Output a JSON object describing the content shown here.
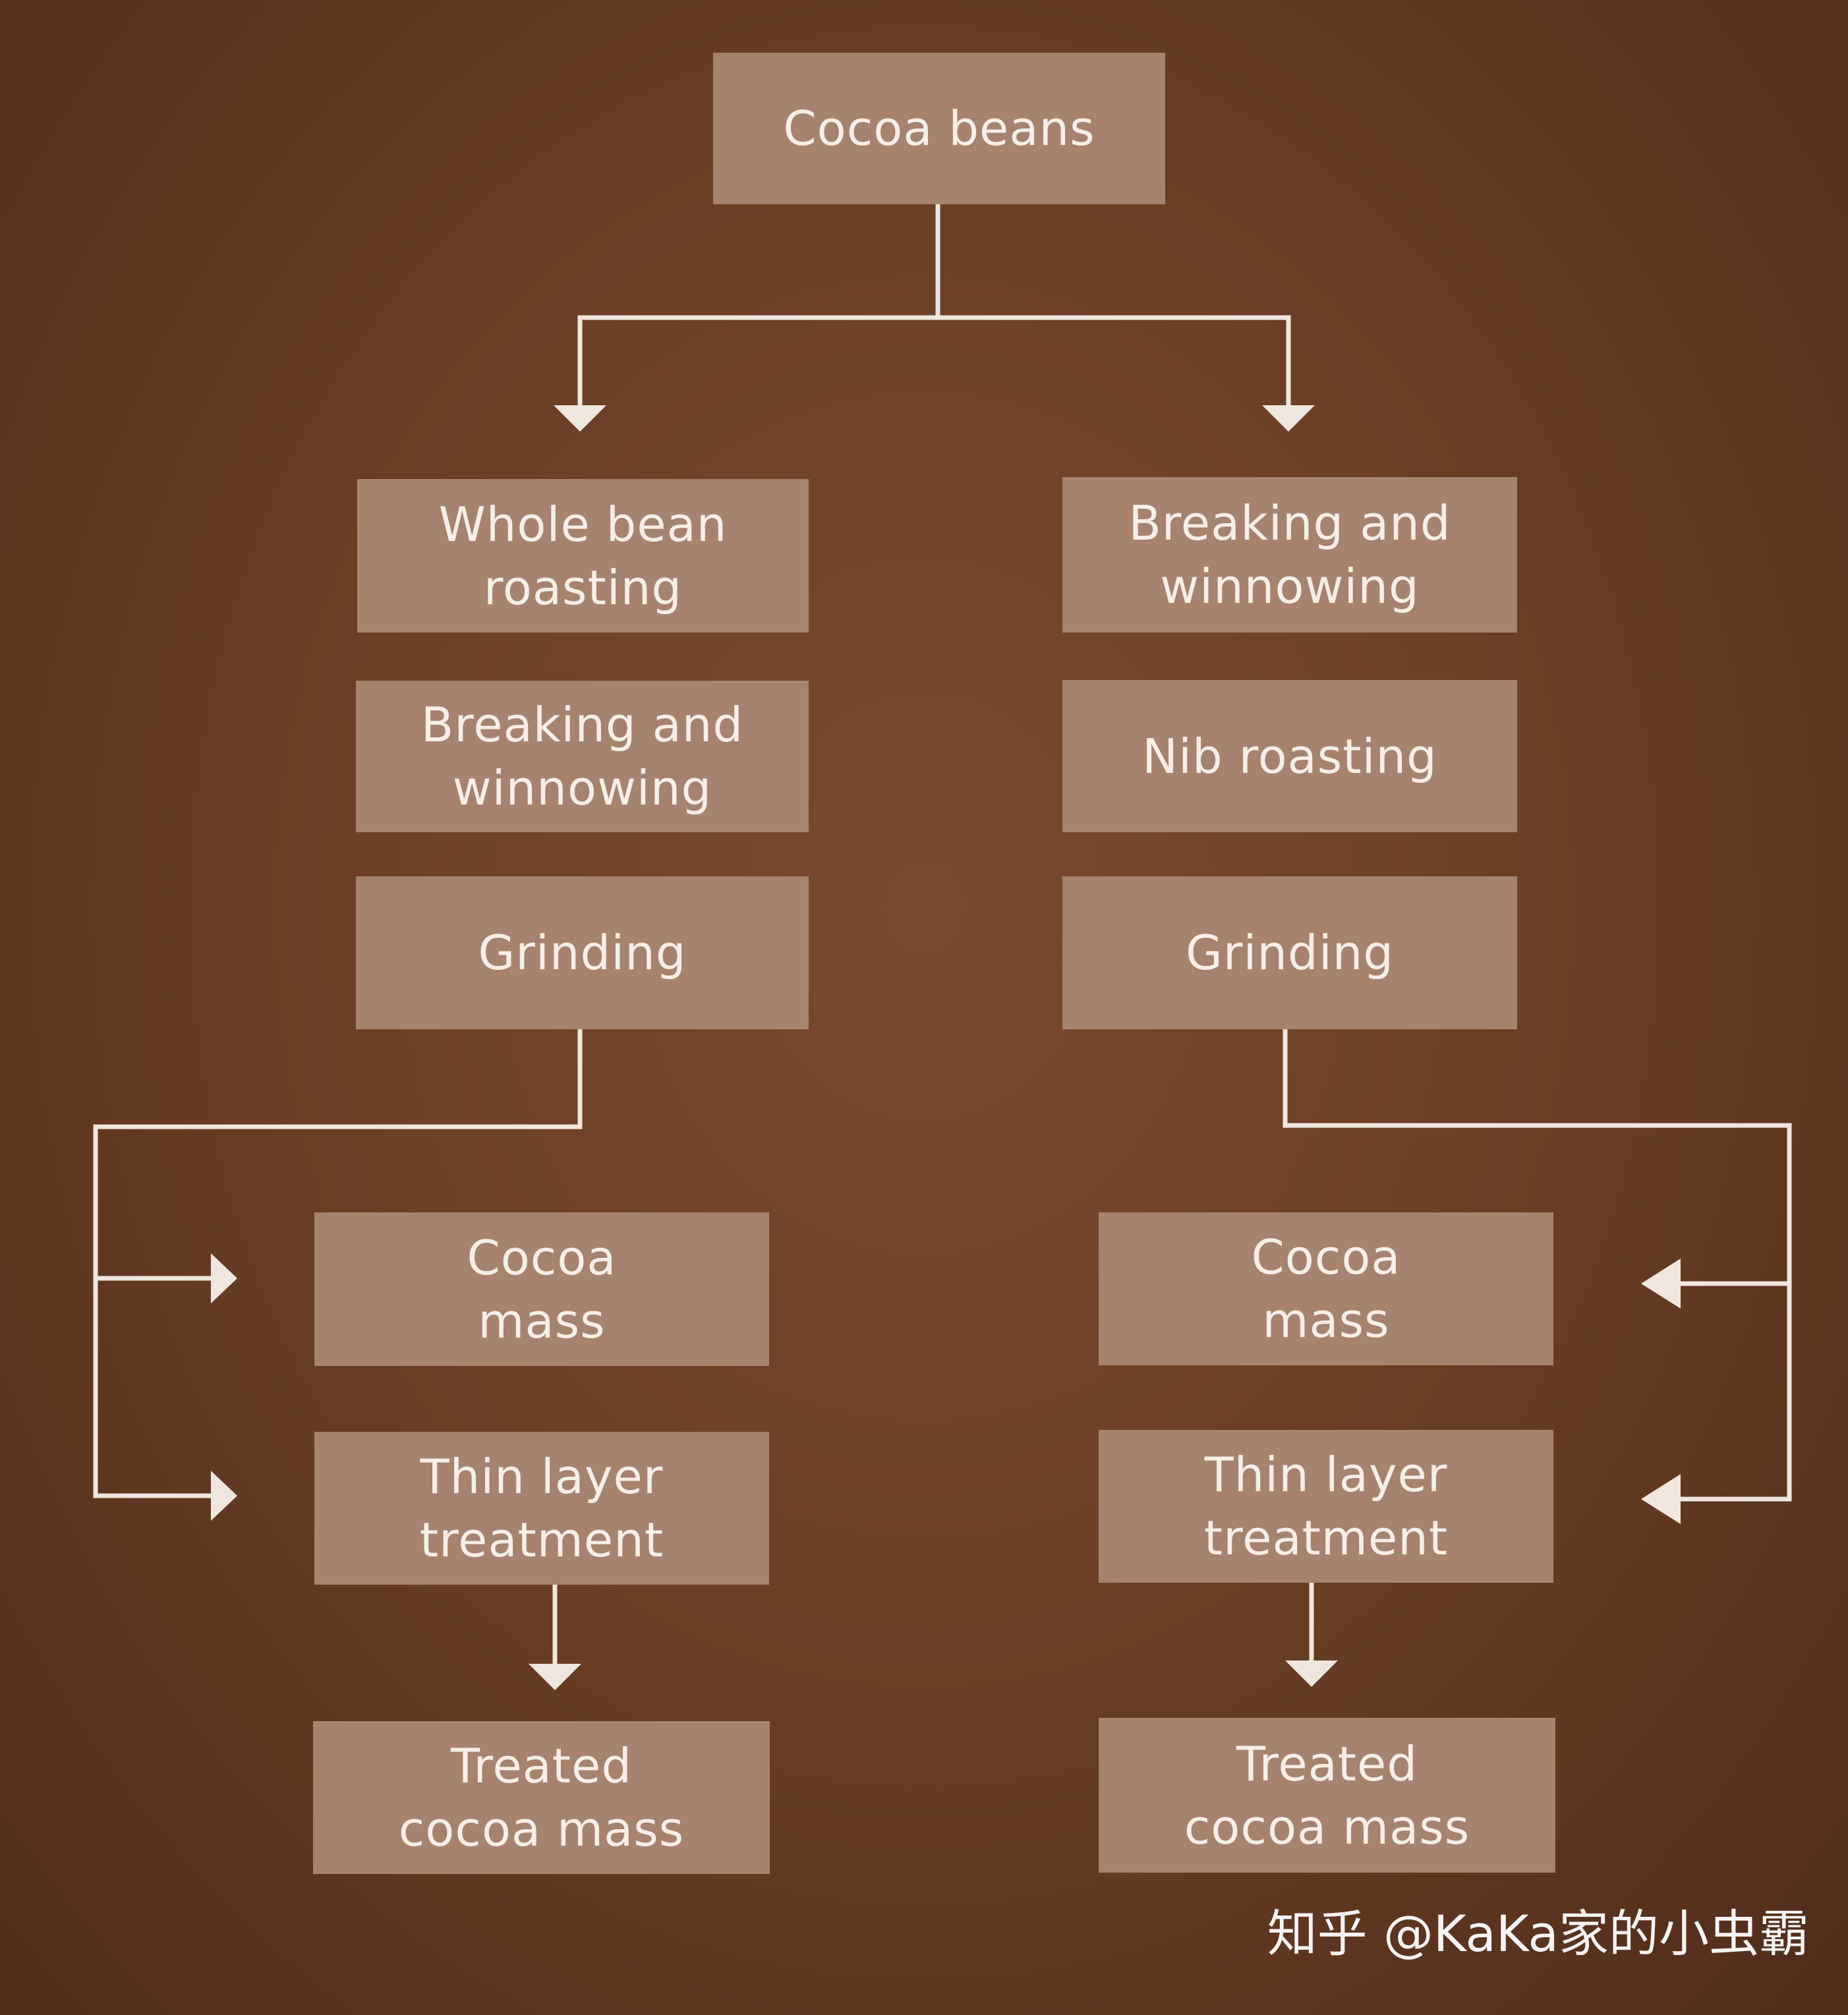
{
  "colors": {
    "background": "#6b3f26",
    "box": "#a6836f",
    "box_text": "#f7eee6",
    "line": "#efe6de"
  },
  "root": {
    "label": "Cocoa beans"
  },
  "left": {
    "steps": [
      {
        "lines": [
          "Whole bean",
          "roasting"
        ]
      },
      {
        "lines": [
          "Breaking and",
          "winnowing"
        ]
      },
      {
        "lines": [
          "Grinding"
        ]
      },
      {
        "lines": [
          "Cocoa",
          "mass"
        ]
      },
      {
        "lines": [
          "Thin layer",
          "treatment"
        ]
      },
      {
        "lines": [
          "Treated",
          "cocoa mass"
        ]
      }
    ]
  },
  "right": {
    "steps": [
      {
        "lines": [
          "Breaking and",
          "winnowing"
        ]
      },
      {
        "lines": [
          "Nib roasting"
        ]
      },
      {
        "lines": [
          "Grinding"
        ]
      },
      {
        "lines": [
          "Cocoa",
          "mass"
        ]
      },
      {
        "lines": [
          "Thin layer",
          "treatment"
        ]
      },
      {
        "lines": [
          "Treated",
          "cocoa mass"
        ]
      }
    ]
  },
  "watermark": "知乎 @KaKa家的小虫霸"
}
